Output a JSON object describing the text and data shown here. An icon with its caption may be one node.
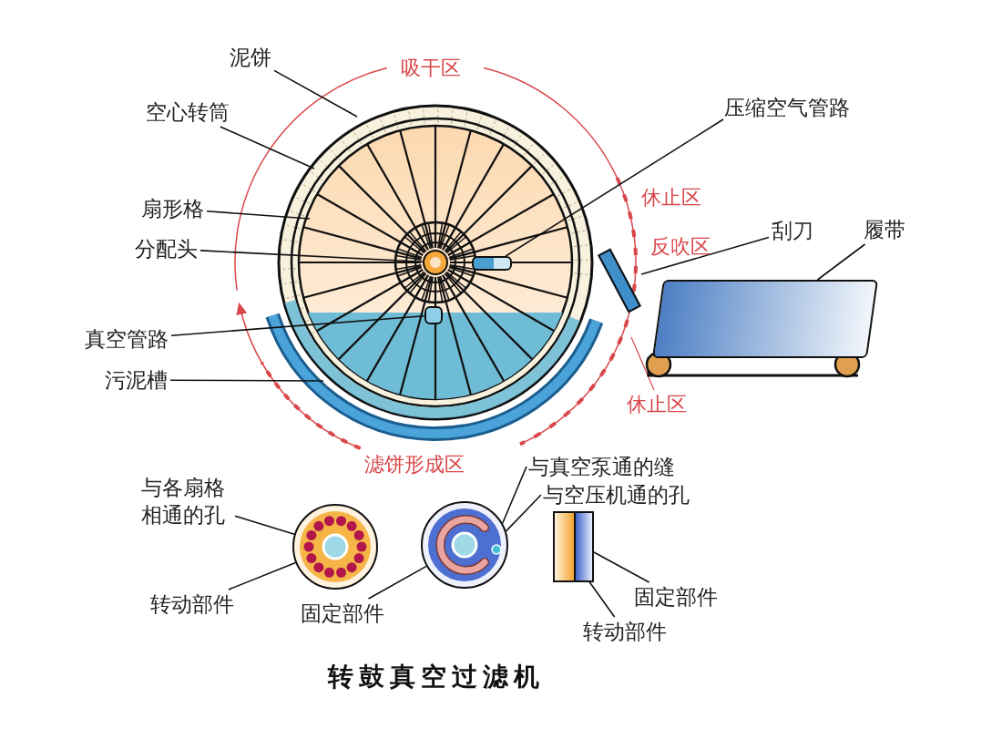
{
  "diagram": {
    "title": "转鼓真空过滤机",
    "nodes": [
      {
        "text": [
          "泥饼"
        ]
      },
      {
        "text": [
          "空心转筒"
        ]
      },
      {
        "text": [
          "扇形格"
        ]
      },
      {
        "text": [
          "分配头"
        ]
      },
      {
        "text": [
          "真空管路"
        ]
      },
      {
        "text": [
          "污泥槽"
        ]
      },
      {
        "text": [
          "压缩空气管路"
        ]
      },
      {
        "text": [
          "刮刀"
        ]
      },
      {
        "text": [
          "履带"
        ]
      },
      {
        "text": [
          "与各扇格相通的孔"
        ]
      },
      {
        "text": [
          "转动部件"
        ]
      },
      {
        "text": [
          "固定部件"
        ]
      },
      {
        "text": [
          "与真空泵通的缝"
        ]
      },
      {
        "text": [
          "与空压机通的孔"
        ]
      },
      {
        "text": [
          "固定部件"
        ]
      },
      {
        "text": [
          "转动部件"
        ]
      },
      {
        "text": [],
        "shape": "circle"
      },
      {
        "text": [],
        "shape": "box"
      },
      {
        "text": [],
        "shape": "box"
      },
      {
        "text": [],
        "shape": "bar"
      },
      {
        "text": [],
        "shape": "box"
      },
      {
        "text": [],
        "shape": "circle"
      },
      {
        "text": [],
        "shape": "circle"
      },
      {
        "text": [],
        "shape": "bar"
      },
      {
        "text": [],
        "shape": "bar"
      }
    ],
    "edges": [
      {
        "from": 0,
        "to": null,
        "arrow": "none"
      },
      {
        "from": 1,
        "to": null,
        "arrow": "none"
      },
      {
        "from": 2,
        "to": null,
        "arrow": "none"
      },
      {
        "from": 3,
        "to": 16,
        "arrow": "none"
      },
      {
        "from": 4,
        "to": 18,
        "arrow": "none"
      },
      {
        "from": 5,
        "to": null,
        "arrow": "none"
      },
      {
        "from": 6,
        "to": 17,
        "arrow": "none"
      },
      {
        "from": 7,
        "to": 19,
        "arrow": "none"
      },
      {
        "from": 8,
        "to": 20,
        "arrow": "none"
      },
      {
        "from": 9,
        "to": 21,
        "arrow": "none"
      },
      {
        "from": 10,
        "to": 21,
        "arrow": "none"
      },
      {
        "from": 11,
        "to": 22,
        "arrow": "none"
      },
      {
        "from": 12,
        "to": 22,
        "arrow": "none"
      },
      {
        "from": 13,
        "to": 22,
        "arrow": "none"
      },
      {
        "from": 14,
        "to": 24,
        "arrow": "none"
      },
      {
        "from": 15,
        "to": 23,
        "arrow": "none"
      }
    ],
    "labels": [
      "吸干区",
      "休止区",
      "反吹区",
      "休止区",
      "滤饼形成区"
    ]
  }
}
